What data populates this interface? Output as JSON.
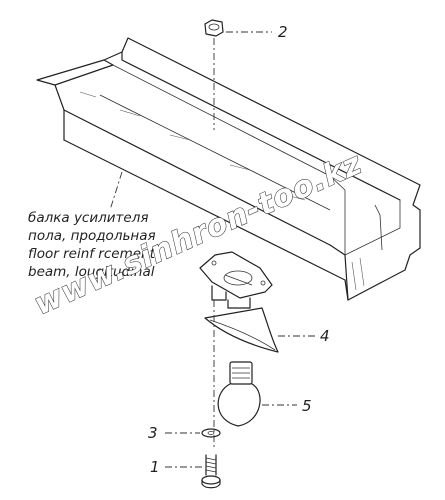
{
  "caption": {
    "line1": "балка усилителя",
    "line2": "пола, продольная",
    "line3": "floor  reinf rcement",
    "line4": "beam, lougitudinal"
  },
  "callouts": [
    "2",
    "4",
    "5",
    "3",
    "1"
  ],
  "watermark": "www.sinhron-too.kz"
}
